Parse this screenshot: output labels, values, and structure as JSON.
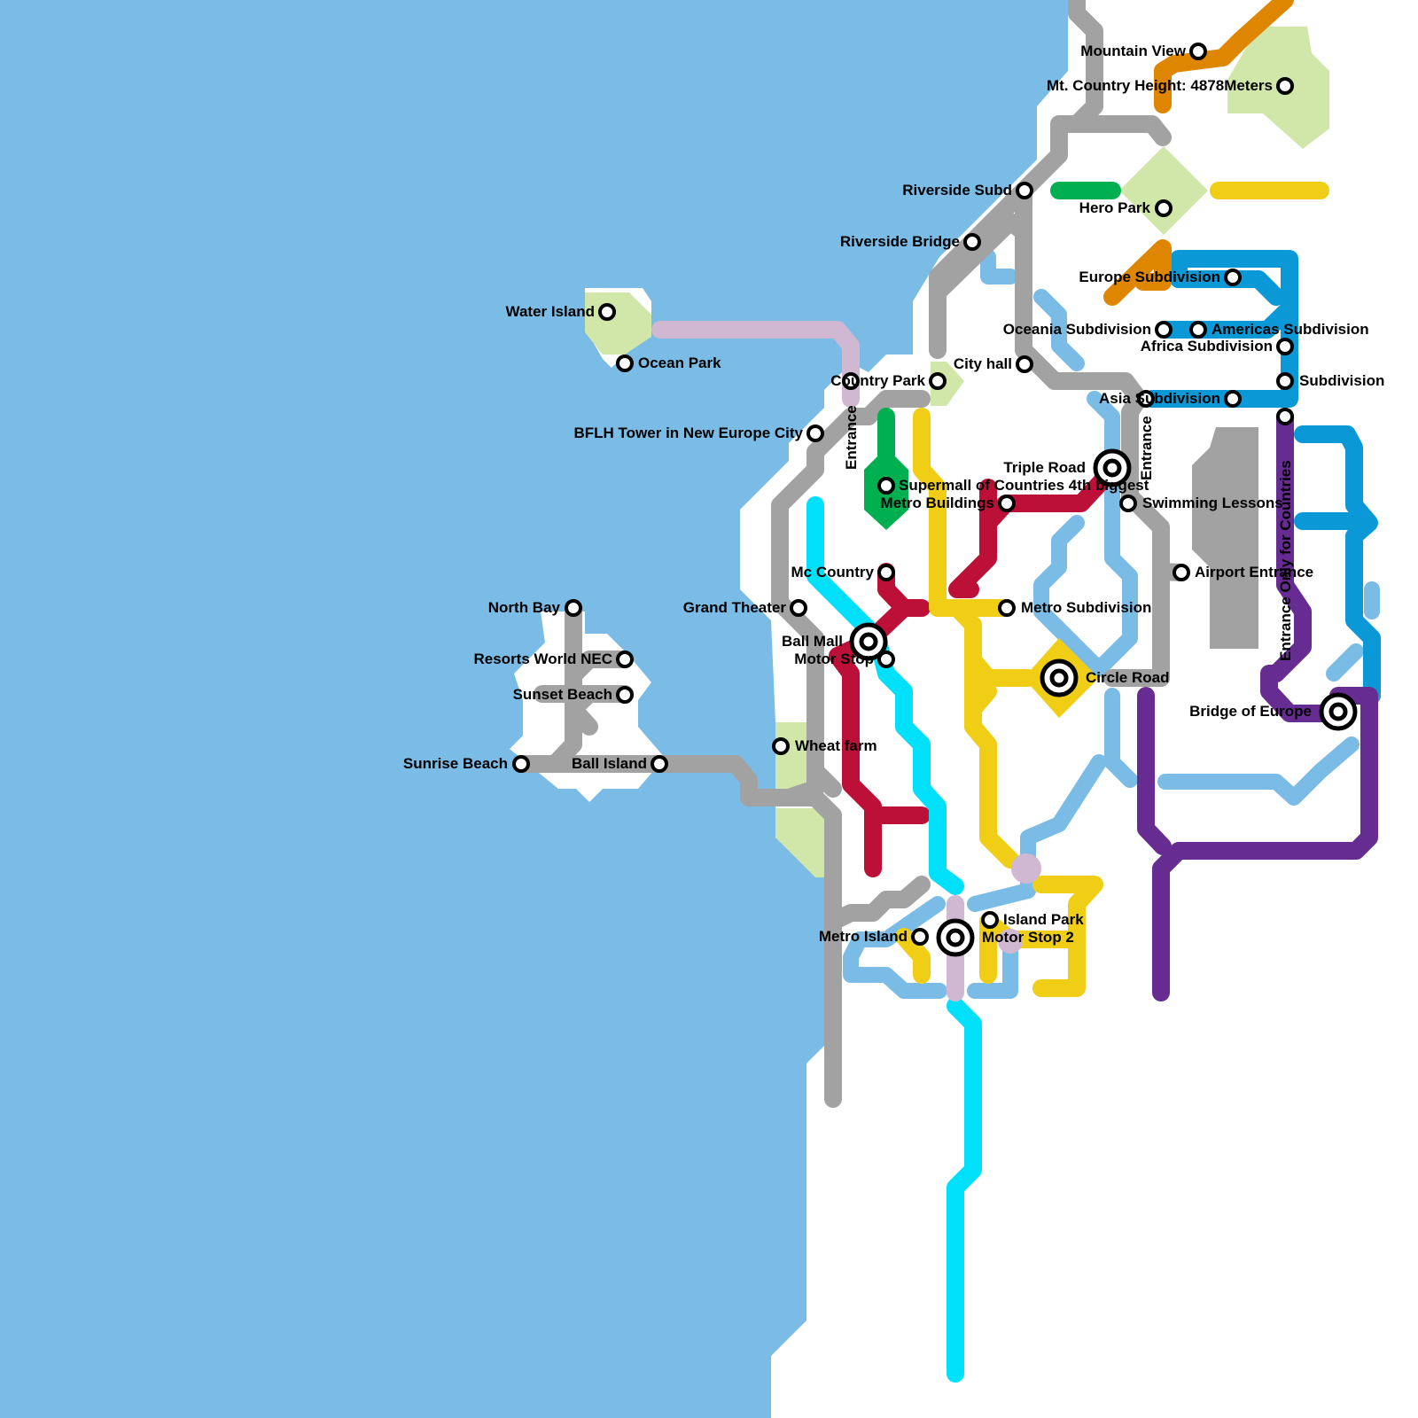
{
  "colors": {
    "water": "#7bbce6",
    "land": "#ffffff",
    "park": "#d1e6a9",
    "gray_line": "#a2a2a2",
    "red_line": "#bd1038",
    "yellow_line": "#f0ce15",
    "cyan_line": "#00e0fa",
    "blue_line": "#0a98d6",
    "purple_line": "#662c91",
    "green_line": "#00b050",
    "orange_line": "#df8600",
    "lilac_line": "#d0b7d2",
    "river": "#7bbce6"
  },
  "stations": {
    "mountain_view": "Mountain View",
    "mt_country_height": "Mt. Country Height: 4878Meters",
    "riverside_subd": "Riverside Subd",
    "hero_park": "Hero Park",
    "riverside_bridge": "Riverside Bridge",
    "europe_subdivision": "Europe Subdivision",
    "water_island": "Water Island",
    "ocean_park": "Ocean Park",
    "oceania_subdivision": "Oceania Subdivision",
    "americas_subdivision": "Americas Subdivision",
    "africa_subdivision": "Africa  Subdivision",
    "city_hall": "City hall",
    "country_park": "Country Park",
    "subdivision": "Subdivision",
    "asia_subdivision": "Asia Subdivision",
    "entrance_west": "Entrance",
    "entrance_east": "Entrance",
    "entrance_only_for_countries": "Entrance Only for Countries",
    "bflh_tower": "BFLH  Tower in New Europe City",
    "triple_road": "Triple Road",
    "supermall": "Supermall of Countries 4th biggest",
    "metro_buildings": "Metro Buildings",
    "swimming_lessons": "Swimming Lessons",
    "mc_country": "Mc Country",
    "airport_entrance": "Airport Entrance",
    "north_bay": "North Bay",
    "grand_theater": "Grand Theater",
    "metro_subdivision": "Metro Subdivision",
    "ball_mall": "Ball Mall",
    "motor_stop": "Motor Stop",
    "resorts_world": "Resorts World NEC",
    "circle_road": "Circle Road",
    "sunset_beach": "Sunset Beach",
    "bridge_of_europe": "Bridge of Europe",
    "wheat_farm": "Wheat farm",
    "sunrise_beach": "Sunrise Beach",
    "ball_island": "Ball Island",
    "island_park": "Island Park",
    "metro_island": "Metro Island",
    "motor_stop_2": "Motor Stop 2"
  }
}
